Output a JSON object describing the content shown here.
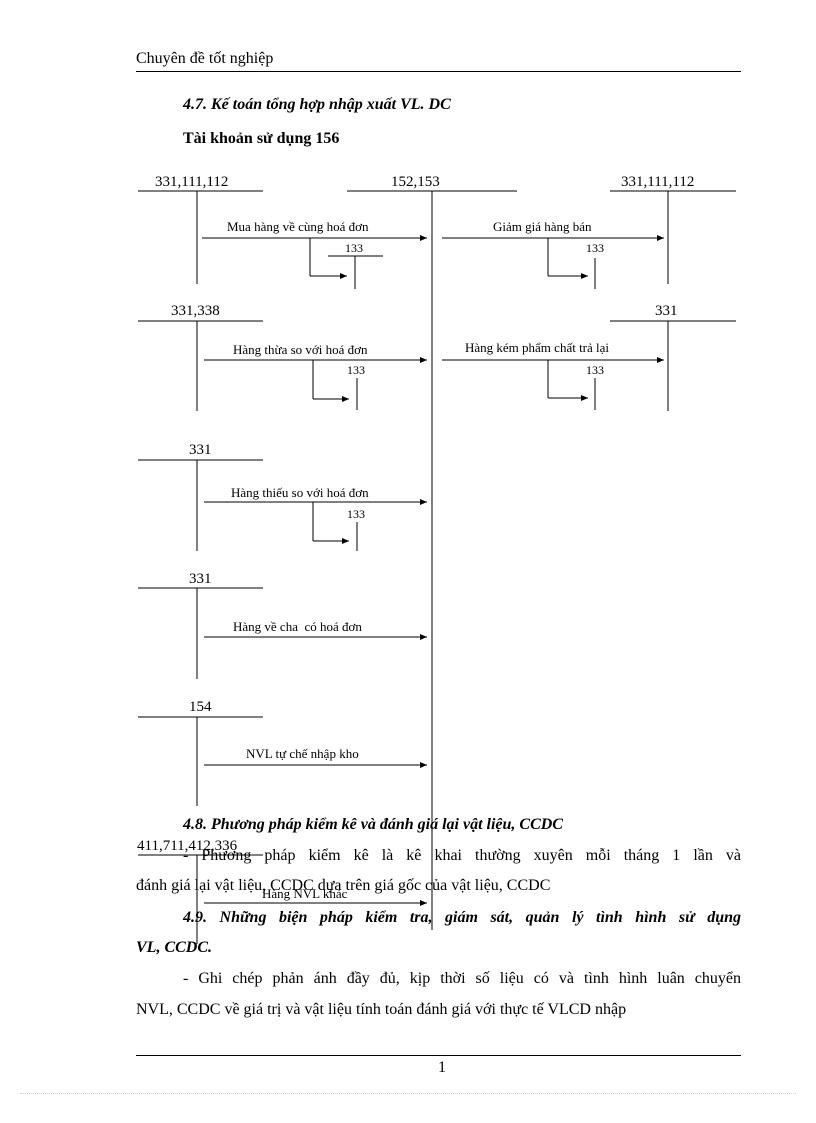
{
  "header": {
    "title": "Chuyên đề tốt nghiệp"
  },
  "section_47": {
    "heading": "4.7. Kế toán tổng hợp nhập xuất VL. DC",
    "subheading": "Tài khoản sử dụng 156"
  },
  "diagram": {
    "top": {
      "left_account": "331,111,112",
      "center_account": "152,153",
      "right_account": "331,111,112"
    },
    "row1": {
      "left_label": "Mua hàng về cùng hoá đơn",
      "left_vat": "133",
      "right_label": "Giảm giá hàng bán",
      "right_vat": "133"
    },
    "row2": {
      "left_account": "331,338",
      "right_account": "331",
      "left_label": "Hàng thừa so với hoá đơn",
      "left_vat": "133",
      "right_label": "Hàng kém phẩm chất trả lại",
      "right_vat": "133"
    },
    "row3": {
      "account": "331",
      "label": "Hàng thiếu so với hoá đơn",
      "vat": "133"
    },
    "row4": {
      "account": "331",
      "label": "Hàng về cha  có hoá đơn"
    },
    "row5": {
      "account": "154",
      "label": "NVL tự chế nhập kho"
    },
    "row6": {
      "account": "411,711,412,336",
      "label": "Hàng NVL khác"
    }
  },
  "section_48": {
    "heading": "4.8. Phương pháp kiểm kê và đánh giá lại vật liệu, CCDC",
    "para_line1": "- Phương pháp kiểm kê là kê khai thường xuyên mỗi tháng 1 lần và",
    "para_line2": "đánh giá lại vật liệu, CCDC dựa trên giá gốc của vật liệu, CCDC"
  },
  "section_49": {
    "heading_line1": "4.9. Những biện pháp kiểm tra, giám sát, quản lý tình hình sử dụng",
    "heading_line2": "VL, CCDC.",
    "para_line1": "- Ghi chép phản ánh đầy đủ, kịp thời số liệu có và tình hình luân chuyển",
    "para_line2": "NVL, CCDC về giá trị và vật liệu tính toán đánh giá với thực tế VLCD nhập"
  },
  "footer": {
    "page_number": "1"
  }
}
